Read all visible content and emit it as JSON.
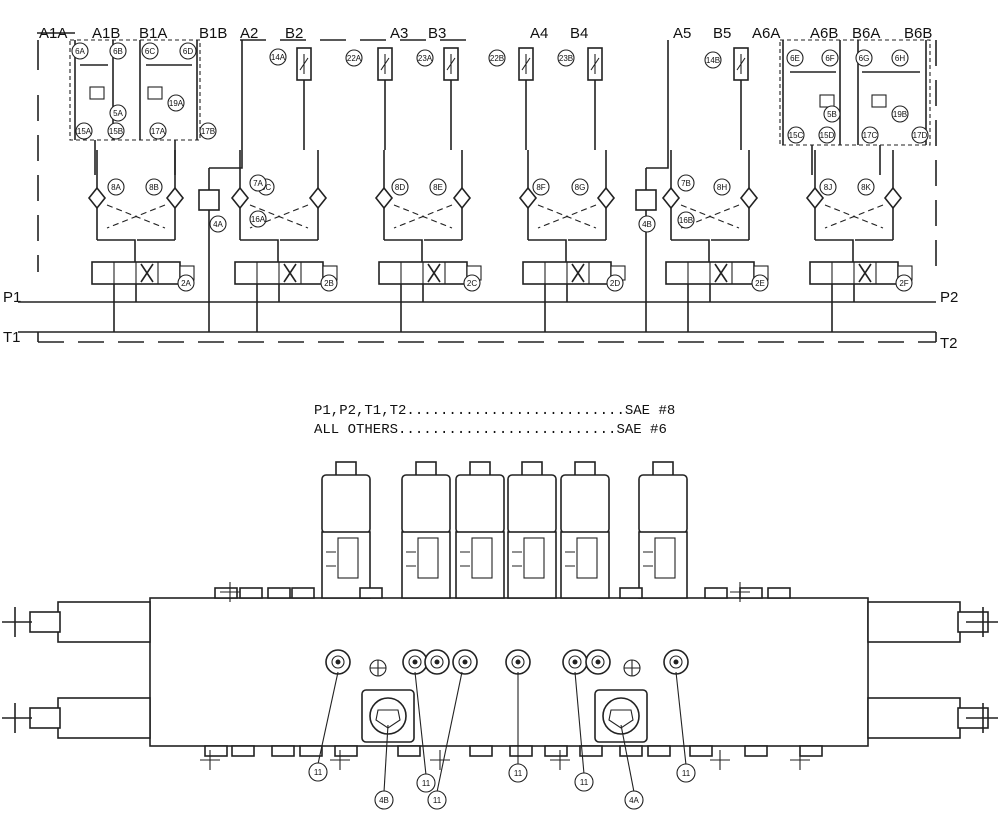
{
  "diagram": {
    "workports": [
      "A1A",
      "A1B",
      "B1A",
      "B1B",
      "A2",
      "B2",
      "A3",
      "B3",
      "A4",
      "B4",
      "A5",
      "B5",
      "A6A",
      "A6B",
      "B6A",
      "B6B"
    ],
    "pressure_left": "P1",
    "pressure_right": "P2",
    "tank_left": "T1",
    "tank_right": "T2",
    "port_notes": [
      {
        "ports": "P1,P2,T1,T2",
        "leader": "..........................",
        "size": "SAE #8"
      },
      {
        "ports": "ALL OTHERS",
        "leader": "..........................",
        "size": "SAE #6"
      }
    ],
    "callouts_schematic": {
      "sec1_check_top": [
        "6A",
        "6B",
        "6C",
        "6D"
      ],
      "sec1_relief": [
        "5A",
        "19A"
      ],
      "sec1_bottom": [
        "15A",
        "15B",
        "17A",
        "17B"
      ],
      "sec6_check_top": [
        "6E",
        "6F",
        "6G",
        "6H"
      ],
      "sec6_relief": [
        "5B",
        "19B"
      ],
      "sec6_bottom": [
        "15C",
        "15D",
        "17C",
        "17D"
      ],
      "pilot_checks": [
        "8A",
        "8B",
        "8C",
        "8D",
        "8E",
        "8F",
        "8G",
        "8H",
        "8J",
        "8K"
      ],
      "flow_controls": [
        "14A",
        "22A",
        "23A",
        "22B",
        "23B",
        "14B"
      ],
      "reducing_valves": [
        "4A",
        "4B"
      ],
      "reducing_check": [
        "7A",
        "7B"
      ],
      "reducing_orifice": [
        "16A",
        "16B"
      ],
      "directional_valves": [
        "2A",
        "2B",
        "2C",
        "2D",
        "2E",
        "2F"
      ]
    },
    "callouts_assembly": [
      "11",
      "4B",
      "11",
      "11",
      "11",
      "11",
      "4A",
      "11"
    ]
  }
}
